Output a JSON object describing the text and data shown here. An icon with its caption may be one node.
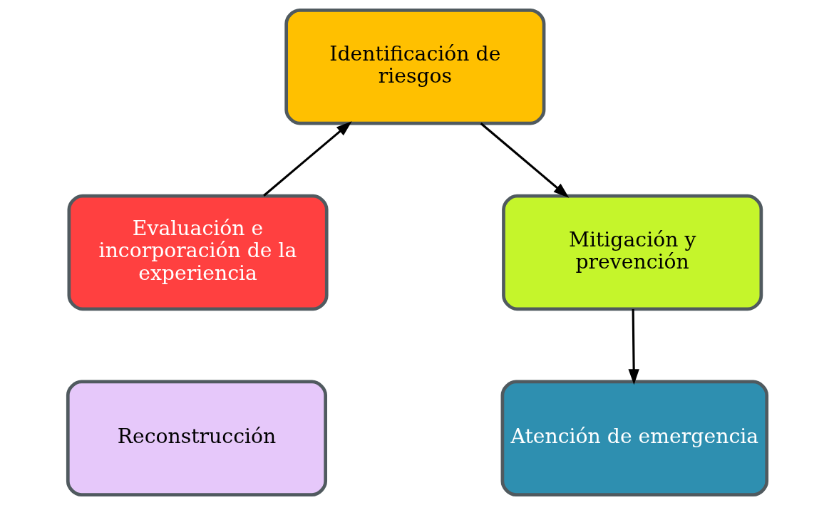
{
  "diagram": {
    "nodes": [
      {
        "text": [
          "Identificación de riesgos"
        ]
      },
      {
        "text": [
          "Mitigación y prevención"
        ]
      },
      {
        "text": [
          "Atención de emergencia"
        ]
      },
      {
        "text": [
          "Reconstrucción"
        ]
      },
      {
        "text": [
          "Evaluación e incorporación de la experiencia"
        ]
      }
    ],
    "edges": [
      {
        "from": 0,
        "to": 1,
        "arrow": "to"
      },
      {
        "from": 1,
        "to": 2,
        "arrow": "to"
      },
      {
        "from": 4,
        "to": 0,
        "arrow": "to"
      }
    ]
  }
}
